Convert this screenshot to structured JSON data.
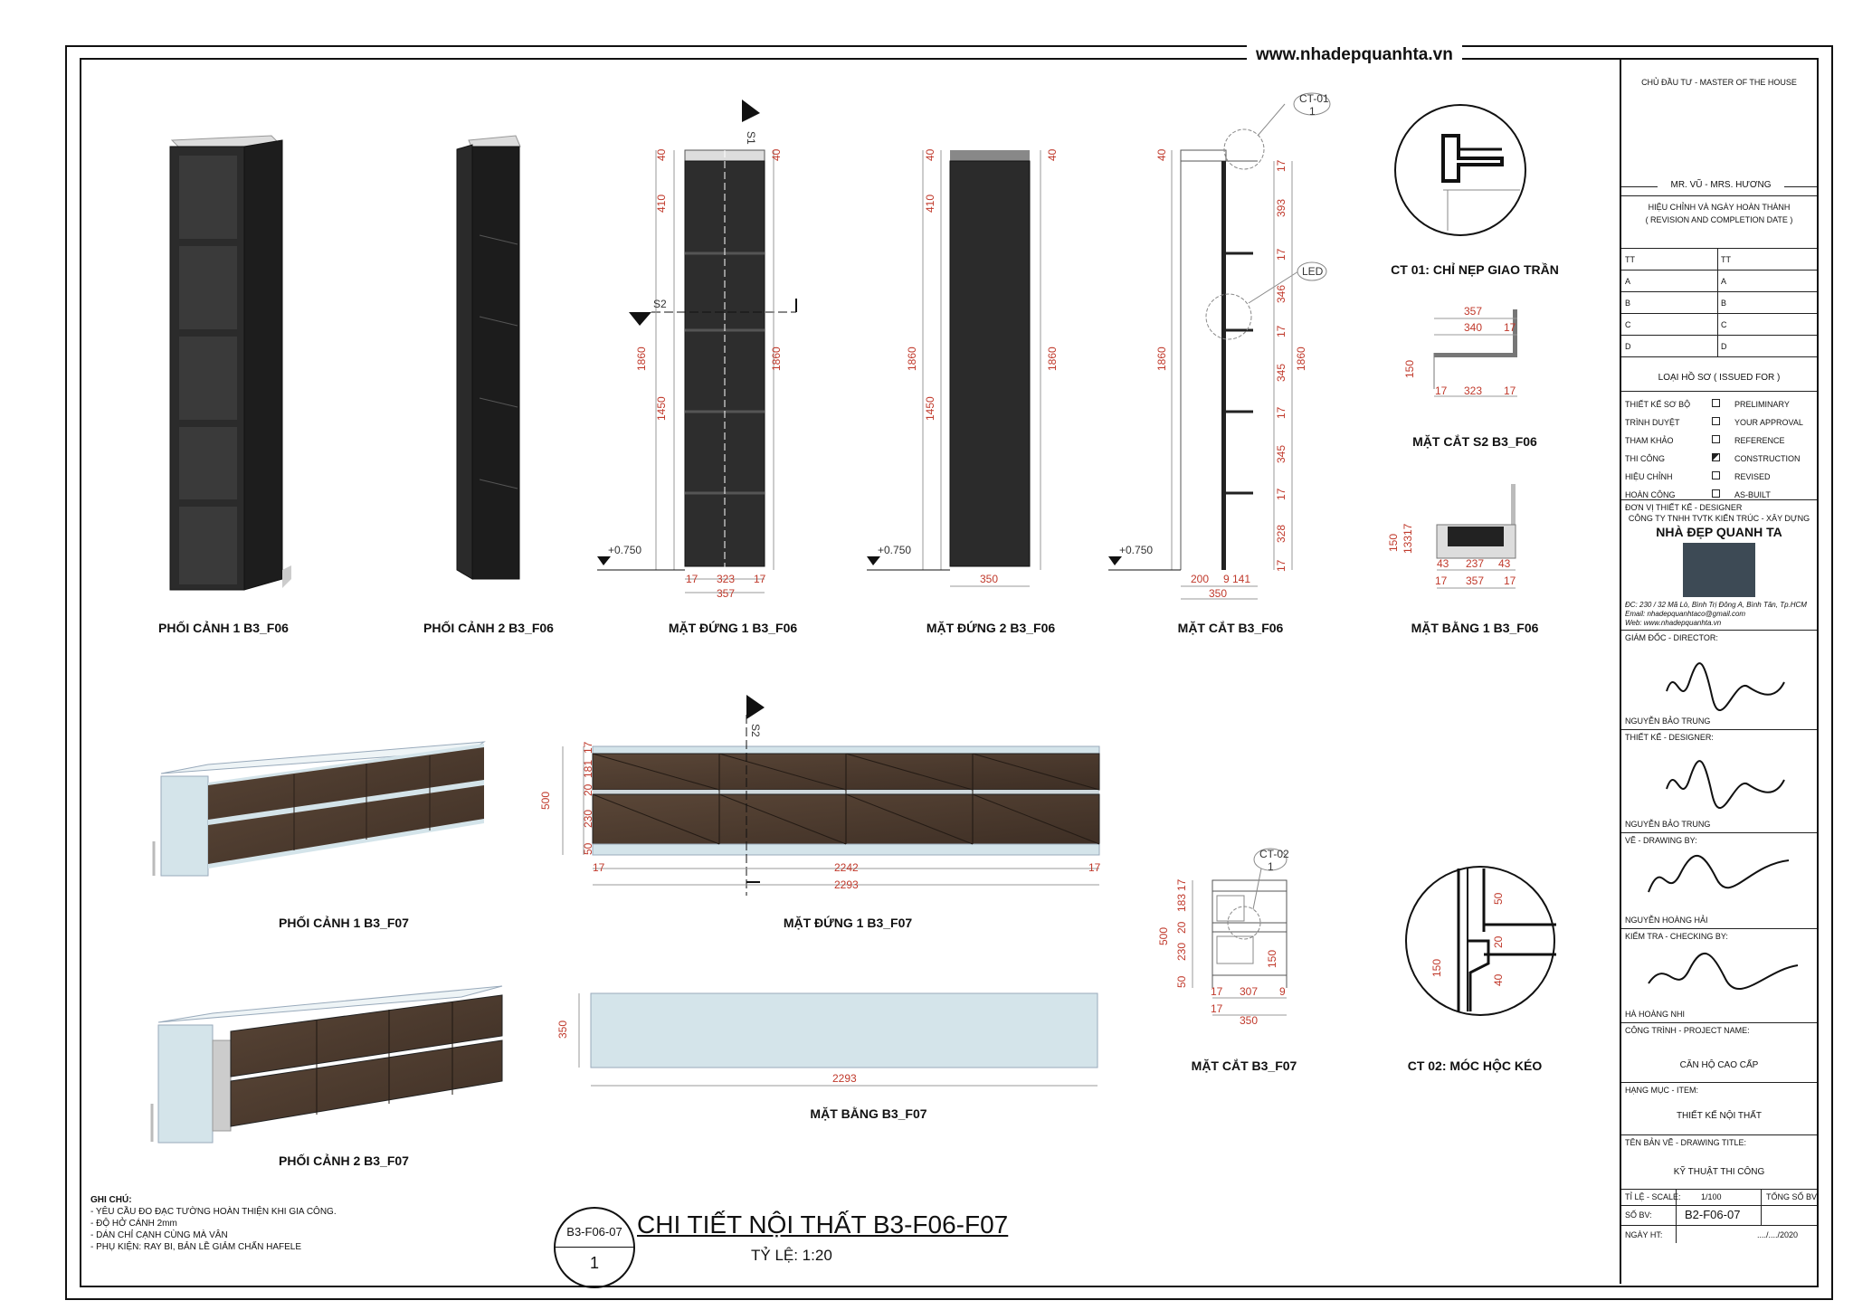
{
  "website": "www.nhadepquanhta.vn",
  "views": {
    "pc1_f06": "PHỐI CẢNH 1 B3_F06",
    "pc2_f06": "PHỐI CẢNH 2 B3_F06",
    "md1_f06": "MẶT ĐỨNG 1 B3_F06",
    "md2_f06": "MẶT ĐỨNG 2 B3_F06",
    "mc_f06": "MẶT CẮT B3_F06",
    "ct01": "CT 01: CHỈ NẸP GIAO TRẦN",
    "mcs2_f06": "MẶT CẮT  S2 B3_F06",
    "mb1_f06": "MẶT BẰNG 1 B3_F06",
    "pc1_f07": "PHỐI CẢNH 1 B3_F07",
    "md1_f07": "MẶT ĐỨNG 1 B3_F07",
    "pc2_f07": "PHỐI CẢNH 2 B3_F07",
    "mb_f07": "MẶT BẰNG B3_F07",
    "mc_f07": "MẶT CẮT B3_F07",
    "ct02": "CT 02: MÓC HỘC KÉO"
  },
  "tags": {
    "ct01": "CT-01",
    "ct01_n": "1",
    "led": "LED",
    "ct02": "CT-02",
    "ct02_n": "1",
    "s1": "S1",
    "s2": "S2",
    "level": "+0.750"
  },
  "dims": {
    "d40": "40",
    "d410": "410",
    "d1860": "1860",
    "d1450": "1450",
    "d17": "17",
    "d323": "323",
    "d357": "357",
    "d350": "350",
    "d393": "393",
    "d346": "346",
    "d345": "345",
    "d328": "328",
    "d200": "200",
    "d9": "9",
    "d141": "141",
    "d340": "340",
    "d150": "150",
    "d133": "133",
    "d43": "43",
    "d237": "237",
    "d181": "181",
    "d20": "20",
    "d230": "230",
    "d50": "50",
    "d500": "500",
    "d2242": "2242",
    "d2293": "2293",
    "d183": "183",
    "d307": "307"
  },
  "notes": {
    "title": "GHI CHÚ:",
    "items": [
      "- YÊU CẦU ĐO ĐẠC TƯỜNG HOÀN THIỆN KHI GIA CÔNG.",
      "- ĐỘ HỞ CÁNH 2mm",
      "- DÁN CHỈ CẠNH CÙNG MÀ VÂN",
      "- PHỤ KIỆN: RAY BI, BẢN LỀ GIẢM CHẤN HAFELE"
    ]
  },
  "drawing": {
    "code": "B3-F06-07",
    "num": "1",
    "title": "CHI TIẾT NỘI THẤT B3-F06-F07",
    "scale": "TỶ LỆ: 1:20"
  },
  "titleblock": {
    "owner_label": "CHỦ ĐẦU TƯ - MASTER OF THE HOUSE",
    "owner": "MR. VŨ - MRS. HƯƠNG",
    "revision_vi": "HIỆU CHỈNH VÀ NGÀY HOÀN THÀNH",
    "revision_en": "( REVISION AND COMPLETION DATE )",
    "rev_rows": [
      "TT",
      "A",
      "B",
      "C",
      "D"
    ],
    "issued": "LOẠI HỒ SƠ ( ISSUED FOR )",
    "issue_rows": [
      {
        "vi": "THIẾT KẾ SƠ BỘ",
        "en": "PRELIMINARY",
        "checked": false
      },
      {
        "vi": "TRÌNH DUYỆT",
        "en": "YOUR APPROVAL",
        "checked": false
      },
      {
        "vi": "THAM KHẢO",
        "en": "REFERENCE",
        "checked": false
      },
      {
        "vi": "THI CÔNG",
        "en": "CONSTRUCTION",
        "checked": true
      },
      {
        "vi": "HIỆU CHỈNH",
        "en": "REVISED",
        "checked": false
      },
      {
        "vi": "HOÀN CÔNG",
        "en": "AS-BUILT",
        "checked": false
      }
    ],
    "designer_unit": "ĐƠN VỊ THIẾT KẾ - DESIGNER",
    "company": "CÔNG TY TNHH TVTK KIẾN TRÚC - XÂY DỰNG",
    "brand": "NHÀ ĐẸP QUANH TA",
    "address": "ĐC: 230 / 32  Mã Lò, Bình Trị Đông A, Bình Tân, Tp.HCM",
    "email": "Email: nhadepquanhtaco@gmail.com",
    "web": "Web: www.nhadepquanhta.vn",
    "director_label": "GIÁM ĐỐC - DIRECTOR:",
    "director": "NGUYỄN BẢO TRUNG",
    "designer_label": "THIẾT KẾ - DESIGNER:",
    "designer": "NGUYỄN BẢO TRUNG",
    "drawing_label": "VẼ - DRAWING BY:",
    "drawer": "NGUYỄN HOÀNG HẢI",
    "check_label": "KIỂM TRA - CHECKING BY:",
    "checker": "HÀ HOÀNG NHI",
    "project_label": "CÔNG TRÌNH - PROJECT NAME:",
    "project": "CĂN HỘ CAO CẤP",
    "item_label": "HẠNG MỤC - ITEM:",
    "item": "THIẾT KẾ NỘI THẤT",
    "dtitle_label": "TÊN BẢN VẼ - DRAWING TITLE:",
    "dtitle": "KỸ THUẬT THI CÔNG",
    "scale_label": "TỈ LỆ - SCALE:",
    "scale": "1/100",
    "total_label": "TỔNG SỐ BV",
    "sheet_label": "SỐ BV:",
    "sheet": "B2-F06-07",
    "date_label": "NGÀY HT:",
    "date": "..../..../2020"
  }
}
